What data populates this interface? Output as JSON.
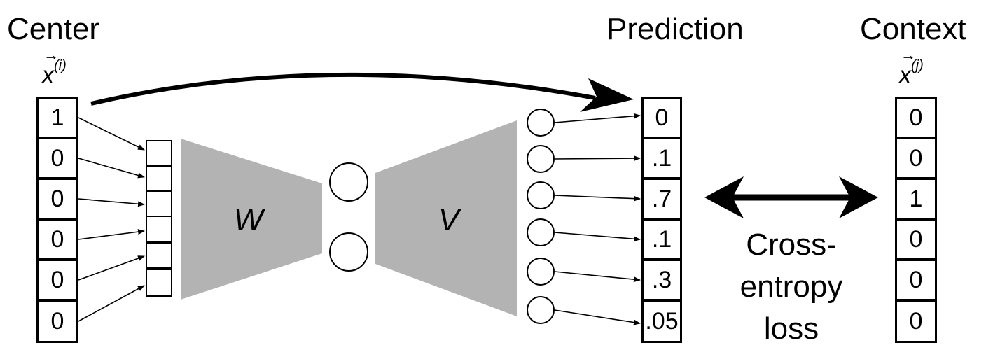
{
  "titles": {
    "center": "Center",
    "prediction": "Prediction",
    "context": "Context"
  },
  "vectors": {
    "center_symbol": "x",
    "center_index": "(i)",
    "context_symbol": "x",
    "context_index": "(j)",
    "arrow_glyph": "→"
  },
  "center_vector": [
    "1",
    "0",
    "0",
    "0",
    "0",
    "0"
  ],
  "prediction_vector": [
    "0",
    ".1",
    ".7",
    ".1",
    ".3",
    ".05"
  ],
  "context_vector": [
    "0",
    "0",
    "1",
    "0",
    "0",
    "0"
  ],
  "matrices": {
    "encoder": "W",
    "decoder": "V"
  },
  "loss_label": [
    "Cross-",
    "entropy",
    "loss"
  ],
  "colors": {
    "matrix_fill": "#b3b3b3",
    "line": "#000000"
  }
}
